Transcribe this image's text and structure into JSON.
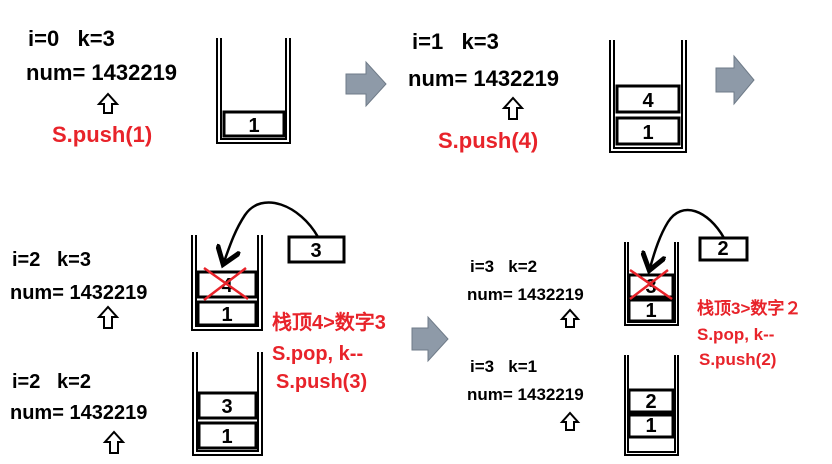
{
  "steps": [
    {
      "state": "i=0   k=3",
      "num": "num= 1432219",
      "op": "S.push(1)",
      "stack": [
        "1"
      ]
    },
    {
      "state": "i=1   k=3",
      "num": "num= 1432219",
      "op": "S.push(4)",
      "stack": [
        "4",
        "1"
      ]
    },
    {
      "state": "i=2   k=3",
      "num": "num= 1432219",
      "stack": [
        "4",
        "1"
      ],
      "incoming": "3",
      "note": "栈顶4>数字3",
      "op1": "S.pop, k--",
      "op2": "S.push(3)"
    },
    {
      "state": "i=2   k=2",
      "num": "num= 1432219",
      "stack": [
        "3",
        "1"
      ]
    },
    {
      "state": "i=3   k=2",
      "num": "num= 1432219",
      "stack": [
        "3",
        "1"
      ],
      "incoming": "2",
      "note": "栈顶3>数字２",
      "op1": "S.pop, k--",
      "op2": "S.push(2)"
    },
    {
      "state": "i=3   k=1",
      "num": "num= 1432219",
      "stack": [
        "2",
        "1"
      ]
    }
  ],
  "colors": {
    "red": "#e8232a",
    "arrow": "#8e9aa8"
  }
}
